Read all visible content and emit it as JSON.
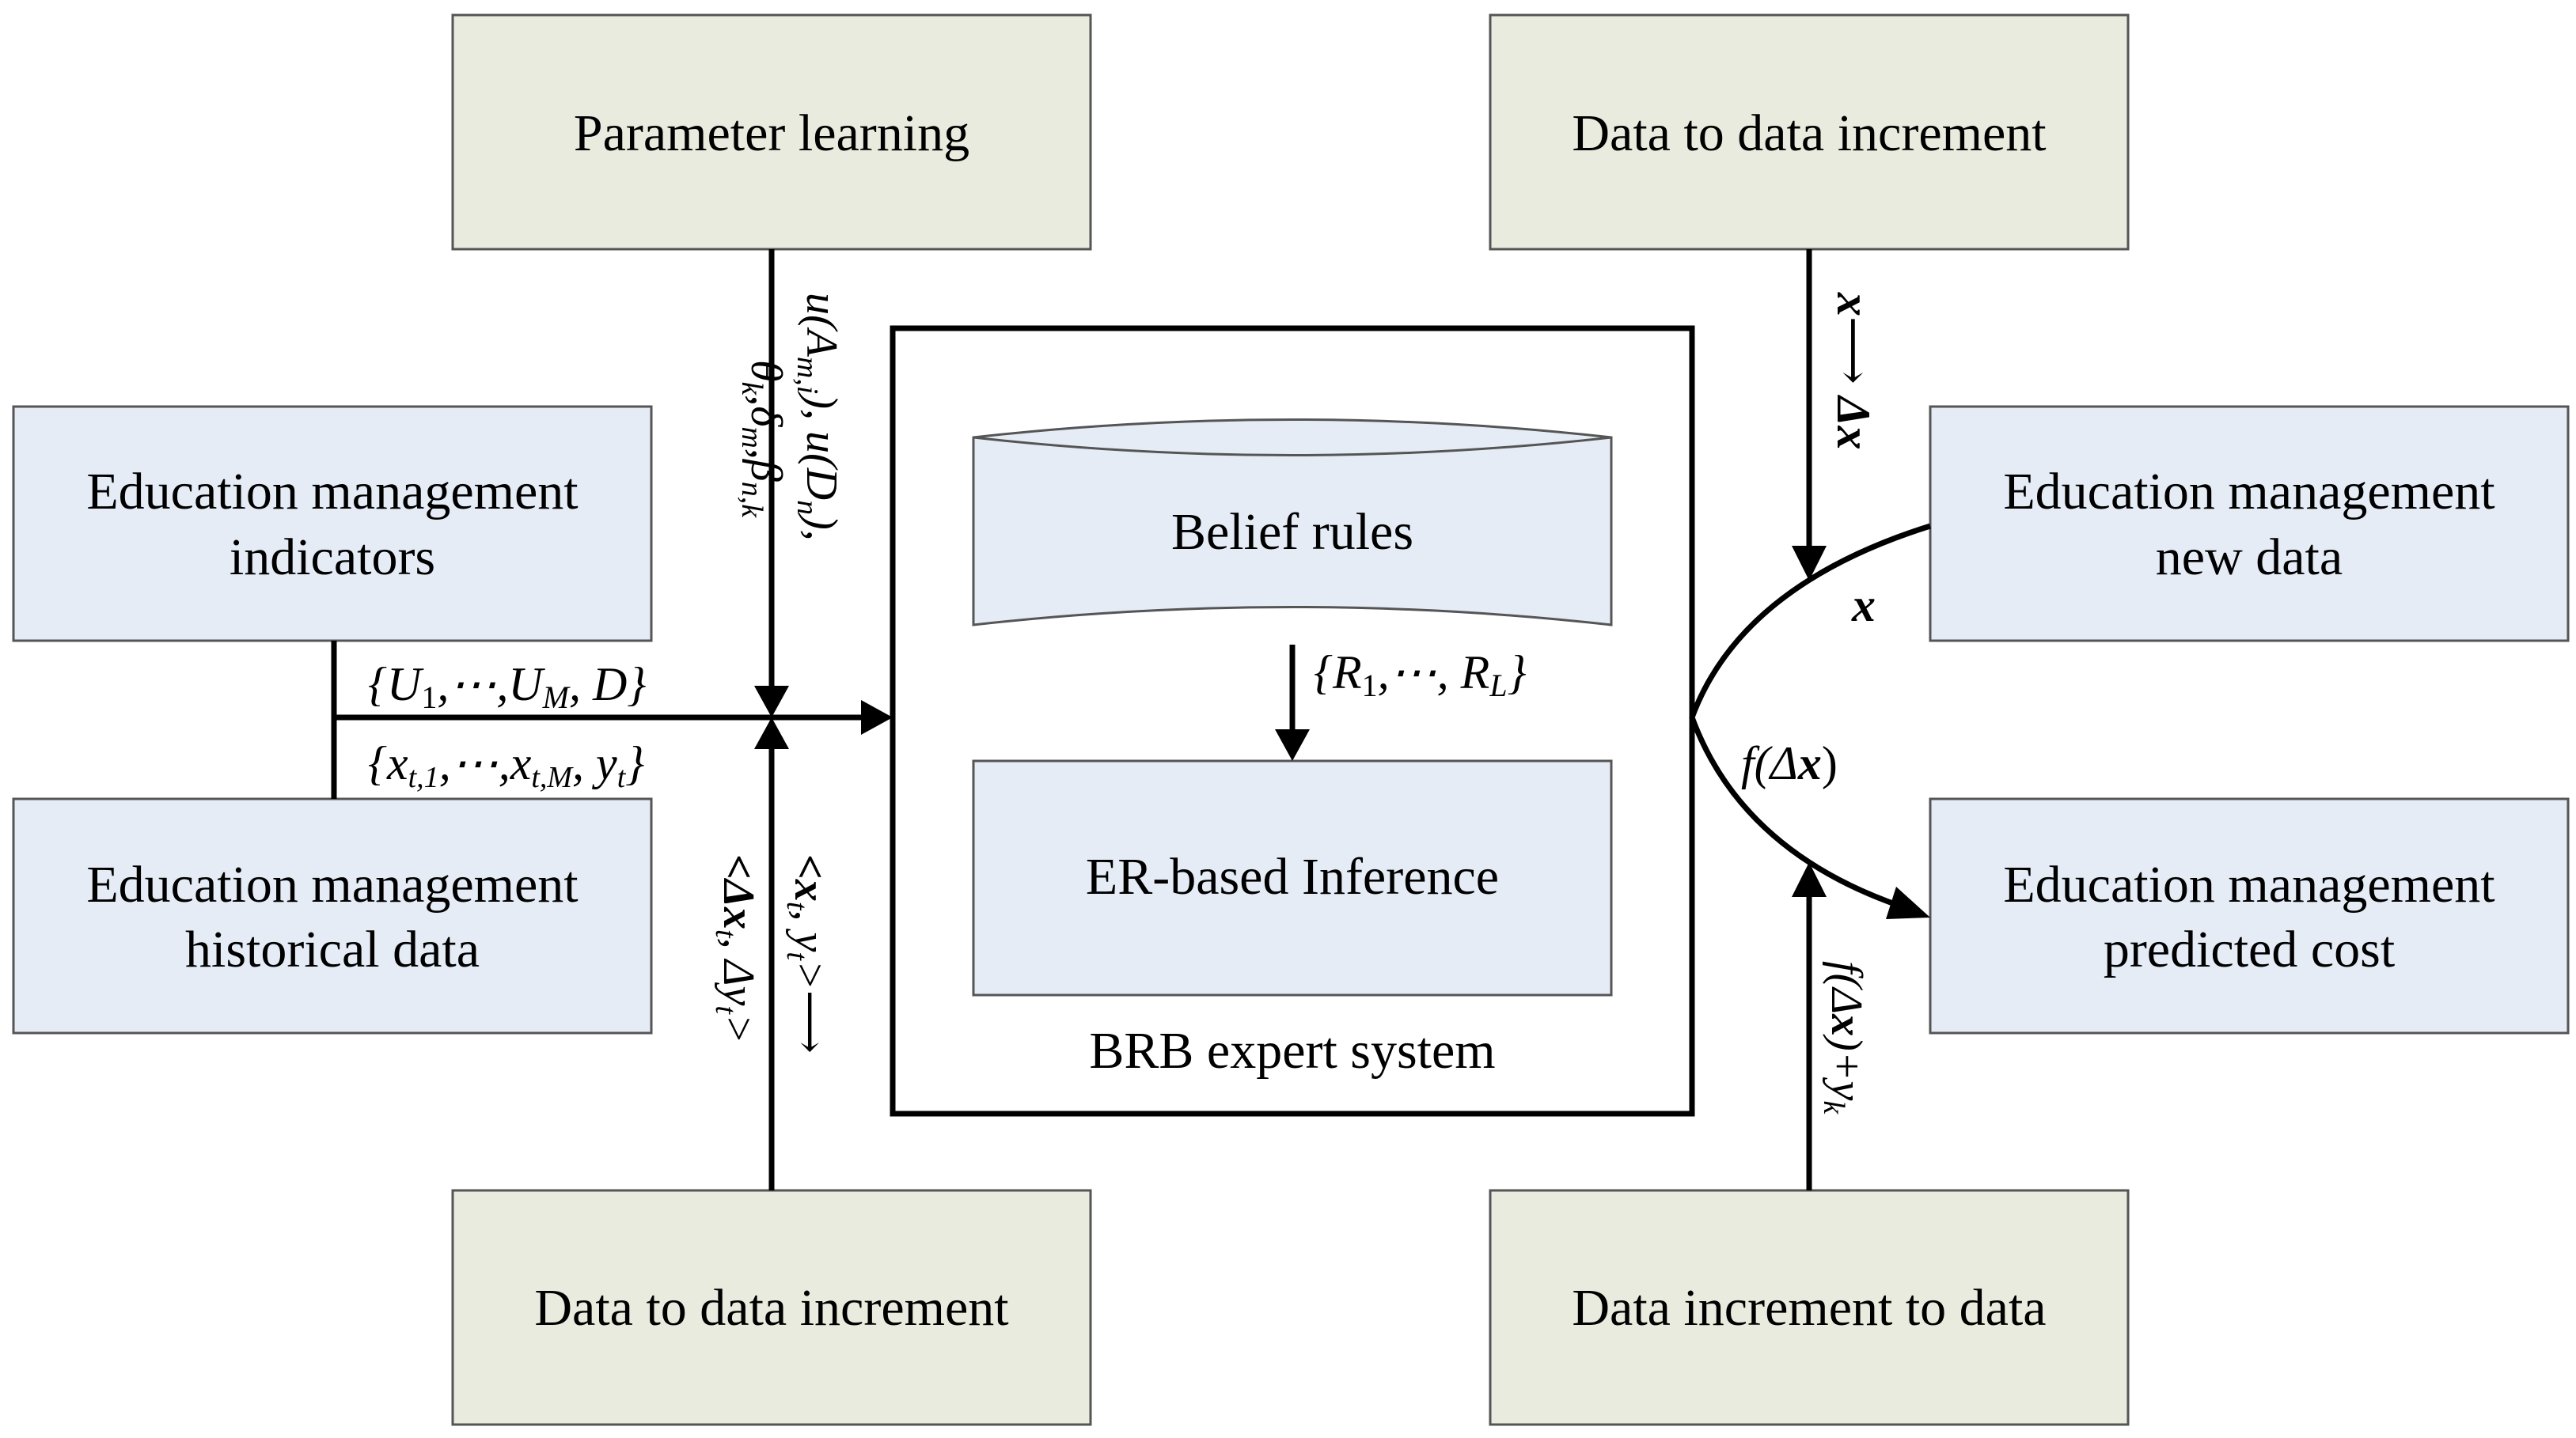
{
  "boxes": {
    "parameter_learning": "Parameter learning",
    "data_to_increment_top": "Data to data increment",
    "indicators_line1": "Education management",
    "indicators_line2": "indicators",
    "historical_line1": "Education management",
    "historical_line2": "historical data",
    "data_to_increment_bottom": "Data to data increment",
    "increment_to_data": "Data increment to data",
    "new_data_line1": "Education management",
    "new_data_line2": "new data",
    "predicted_line1": "Education management",
    "predicted_line2": "predicted cost",
    "belief_rules": "Belief rules",
    "er_inference": "ER-based Inference",
    "brb_system": "BRB expert system"
  },
  "labels": {
    "utility_line1": "u(A",
    "utility_sub_mi": "m,i",
    "utility_mid": "), u(D",
    "utility_sub_n": "n",
    "utility_end": "),",
    "params_line2": "θ",
    "params_sub_k": "k",
    "params_delta": ",δ",
    "params_sub_m": "m",
    "params_beta": ",β",
    "params_sub_nk": "n,k",
    "set_U_open": "{U",
    "set_U_sub1": "1",
    "set_U_dots": ",⋯,U",
    "set_U_subM": "M",
    "set_U_end": ", D}",
    "set_x_open": "{x",
    "set_x_sub1": "t,1",
    "set_x_dots": ",⋯,x",
    "set_x_subM": "t,M",
    "set_x_y": ", y",
    "set_x_subt": "t",
    "set_x_end": "}",
    "pair_x": "<x",
    "pair_x_sub": "t",
    "pair_x_mid": ", y",
    "pair_x_sub2": "t",
    "pair_x_end": ">⟶",
    "pair_dx": "<Δx",
    "pair_dx_sub": "t",
    "pair_dx_mid": ", Δy",
    "pair_dx_sub2": "t",
    "pair_dx_end": ">",
    "rules_open": "{R",
    "rules_sub1": "1",
    "rules_dots": ",⋯, R",
    "rules_subL": "L",
    "rules_end": "}",
    "x_to_dx_x": "x",
    "x_to_dx_arrow": "⟶ ",
    "x_to_dx_dx": "Δx",
    "x_label": "x",
    "f_open": "f(Δ",
    "f_x": "x",
    "f_close": ")",
    "fy_open": "f(Δ",
    "fy_x": "x",
    "fy_close": ")+y",
    "fy_sub": "k"
  },
  "colors": {
    "green_box": "#e9ebde",
    "blue_box": "#e5ecf6",
    "line": "#000000"
  }
}
